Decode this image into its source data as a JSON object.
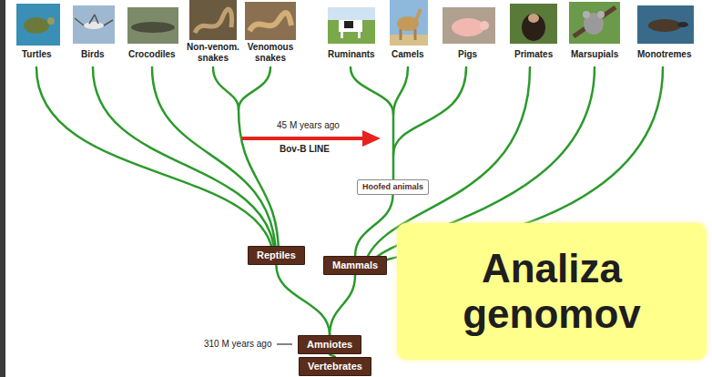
{
  "diagram": {
    "nodes": [
      {
        "text": [
          "Hoofed animals"
        ]
      },
      {
        "text": [
          "Analiza genomov"
        ]
      },
      {
        "text": [
          "Reptiles"
        ]
      },
      {
        "text": [
          "Mammals"
        ]
      },
      {
        "text": [
          "Amniotes"
        ]
      },
      {
        "text": [
          "Vertebrates"
        ]
      }
    ],
    "edges": [
      {
        "from": 5,
        "to": 4,
        "arrow": "none"
      },
      {
        "from": 4,
        "to": 2,
        "arrow": "none"
      },
      {
        "from": 4,
        "to": 3,
        "arrow": "none"
      },
      {
        "from": 3,
        "to": 0,
        "arrow": "none"
      }
    ],
    "labels": [
      "Turtles",
      "Birds",
      "Crocodiles",
      "Non-venom. snakes",
      "Venomous snakes",
      "Ruminants",
      "Camels",
      "Pigs",
      "Primates",
      "Marsupials",
      "Monotremes",
      "45 M years ago",
      "Bov-B LINE",
      "310 M years ago"
    ]
  }
}
